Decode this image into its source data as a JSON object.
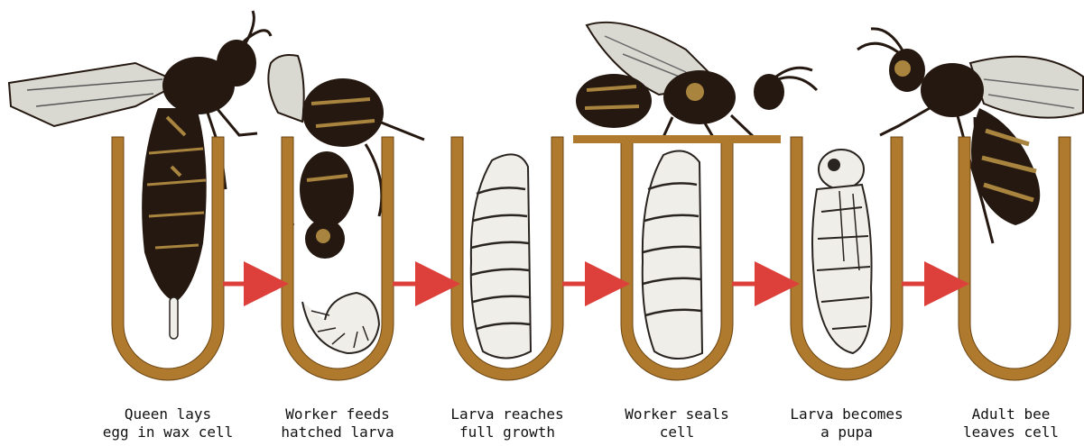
{
  "colors": {
    "wax": "#b07a2e",
    "wax_dark": "#6b4512",
    "arrow": "#dd3f3a",
    "bee_dark": "#241810",
    "bee_gold": "#a8843e",
    "wing": "#d9d9d2",
    "larva": "#efeee8",
    "larva_line": "#2a2420"
  },
  "stages": [
    {
      "line1": "Queen lays",
      "line2": "egg in wax cell",
      "icon": "queen-bee-laying-egg"
    },
    {
      "line1": "Worker feeds",
      "line2": "hatched larva",
      "icon": "worker-bee-feeding-larva"
    },
    {
      "line1": "Larva reaches",
      "line2": "full growth",
      "icon": "grown-larva"
    },
    {
      "line1": "Worker seals",
      "line2": "cell",
      "icon": "worker-bee-sealing-cell"
    },
    {
      "line1": "Larva becomes",
      "line2": "a pupa",
      "icon": "pupa"
    },
    {
      "line1": "Adult bee",
      "line2": "leaves cell",
      "icon": "adult-bee-emerging"
    }
  ]
}
